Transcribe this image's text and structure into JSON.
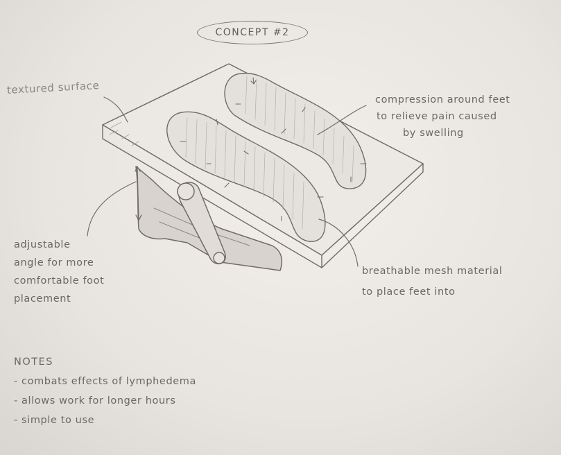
{
  "sketch": {
    "title": "CONCEPT #2",
    "labels": {
      "textured_surface": "textured surface",
      "compression": [
        "compression around feet",
        "to relieve pain caused",
        "by swelling"
      ],
      "adjustable": [
        "adjustable",
        "angle for more",
        "comfortable foot",
        "placement"
      ],
      "mesh": [
        "breathable mesh material",
        "to place feet into"
      ]
    },
    "notes": {
      "heading": "NOTES",
      "items": [
        "- combats effects of lymphedema",
        "- allows work for longer hours",
        "- simple to use"
      ]
    }
  },
  "colors": {
    "paper": "#ebe7e3",
    "pencil": "#6b6763",
    "pencil_light": "#9a958f"
  }
}
